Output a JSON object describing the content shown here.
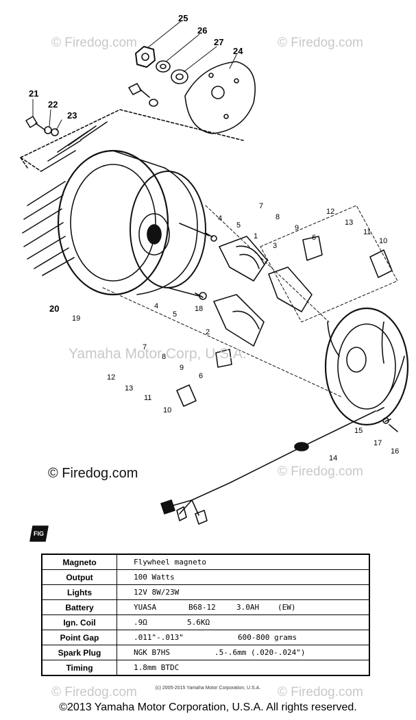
{
  "watermarks": {
    "corner": "© Firedog.com",
    "main": "© Firedog.com",
    "center": "Yamaha Motor Corp, U.S.A."
  },
  "callouts": [
    "25",
    "26",
    "27",
    "24",
    "21",
    "22",
    "23",
    "20",
    "19",
    "4",
    "5",
    "1",
    "7",
    "8",
    "9",
    "6",
    "12",
    "13",
    "11",
    "10",
    "3",
    "18",
    "2",
    "15",
    "17",
    "16",
    "14"
  ],
  "fig_tag": "FIG",
  "spec_table": {
    "rows": [
      {
        "label": "Magneto",
        "values": [
          "Flywheel magneto"
        ]
      },
      {
        "label": "Output",
        "values": [
          "100 Watts"
        ]
      },
      {
        "label": "Lights",
        "values": [
          "12V 8W/23W"
        ]
      },
      {
        "label": "Battery",
        "values": [
          "YUASA",
          "B68-12",
          "3.0AH",
          "(EW)"
        ]
      },
      {
        "label": "Ign. Coil",
        "values": [
          ".9Ω",
          "5.6KΩ"
        ]
      },
      {
        "label": "Point Gap",
        "values": [
          ".011\"-.013\"",
          "600-800 grams"
        ]
      },
      {
        "label": "Spark Plug",
        "values": [
          "NGK B7HS",
          ".5-.6mm (.020-.024\")"
        ]
      },
      {
        "label": "Timing",
        "values": [
          "1.8mm BTDC"
        ]
      }
    ]
  },
  "fine_print": "(c) 2005-2015 Yamaha Motor Corporation, U.S.A.",
  "copyright": "©2013 Yamaha Motor Corporation, U.S.A. All rights reserved."
}
